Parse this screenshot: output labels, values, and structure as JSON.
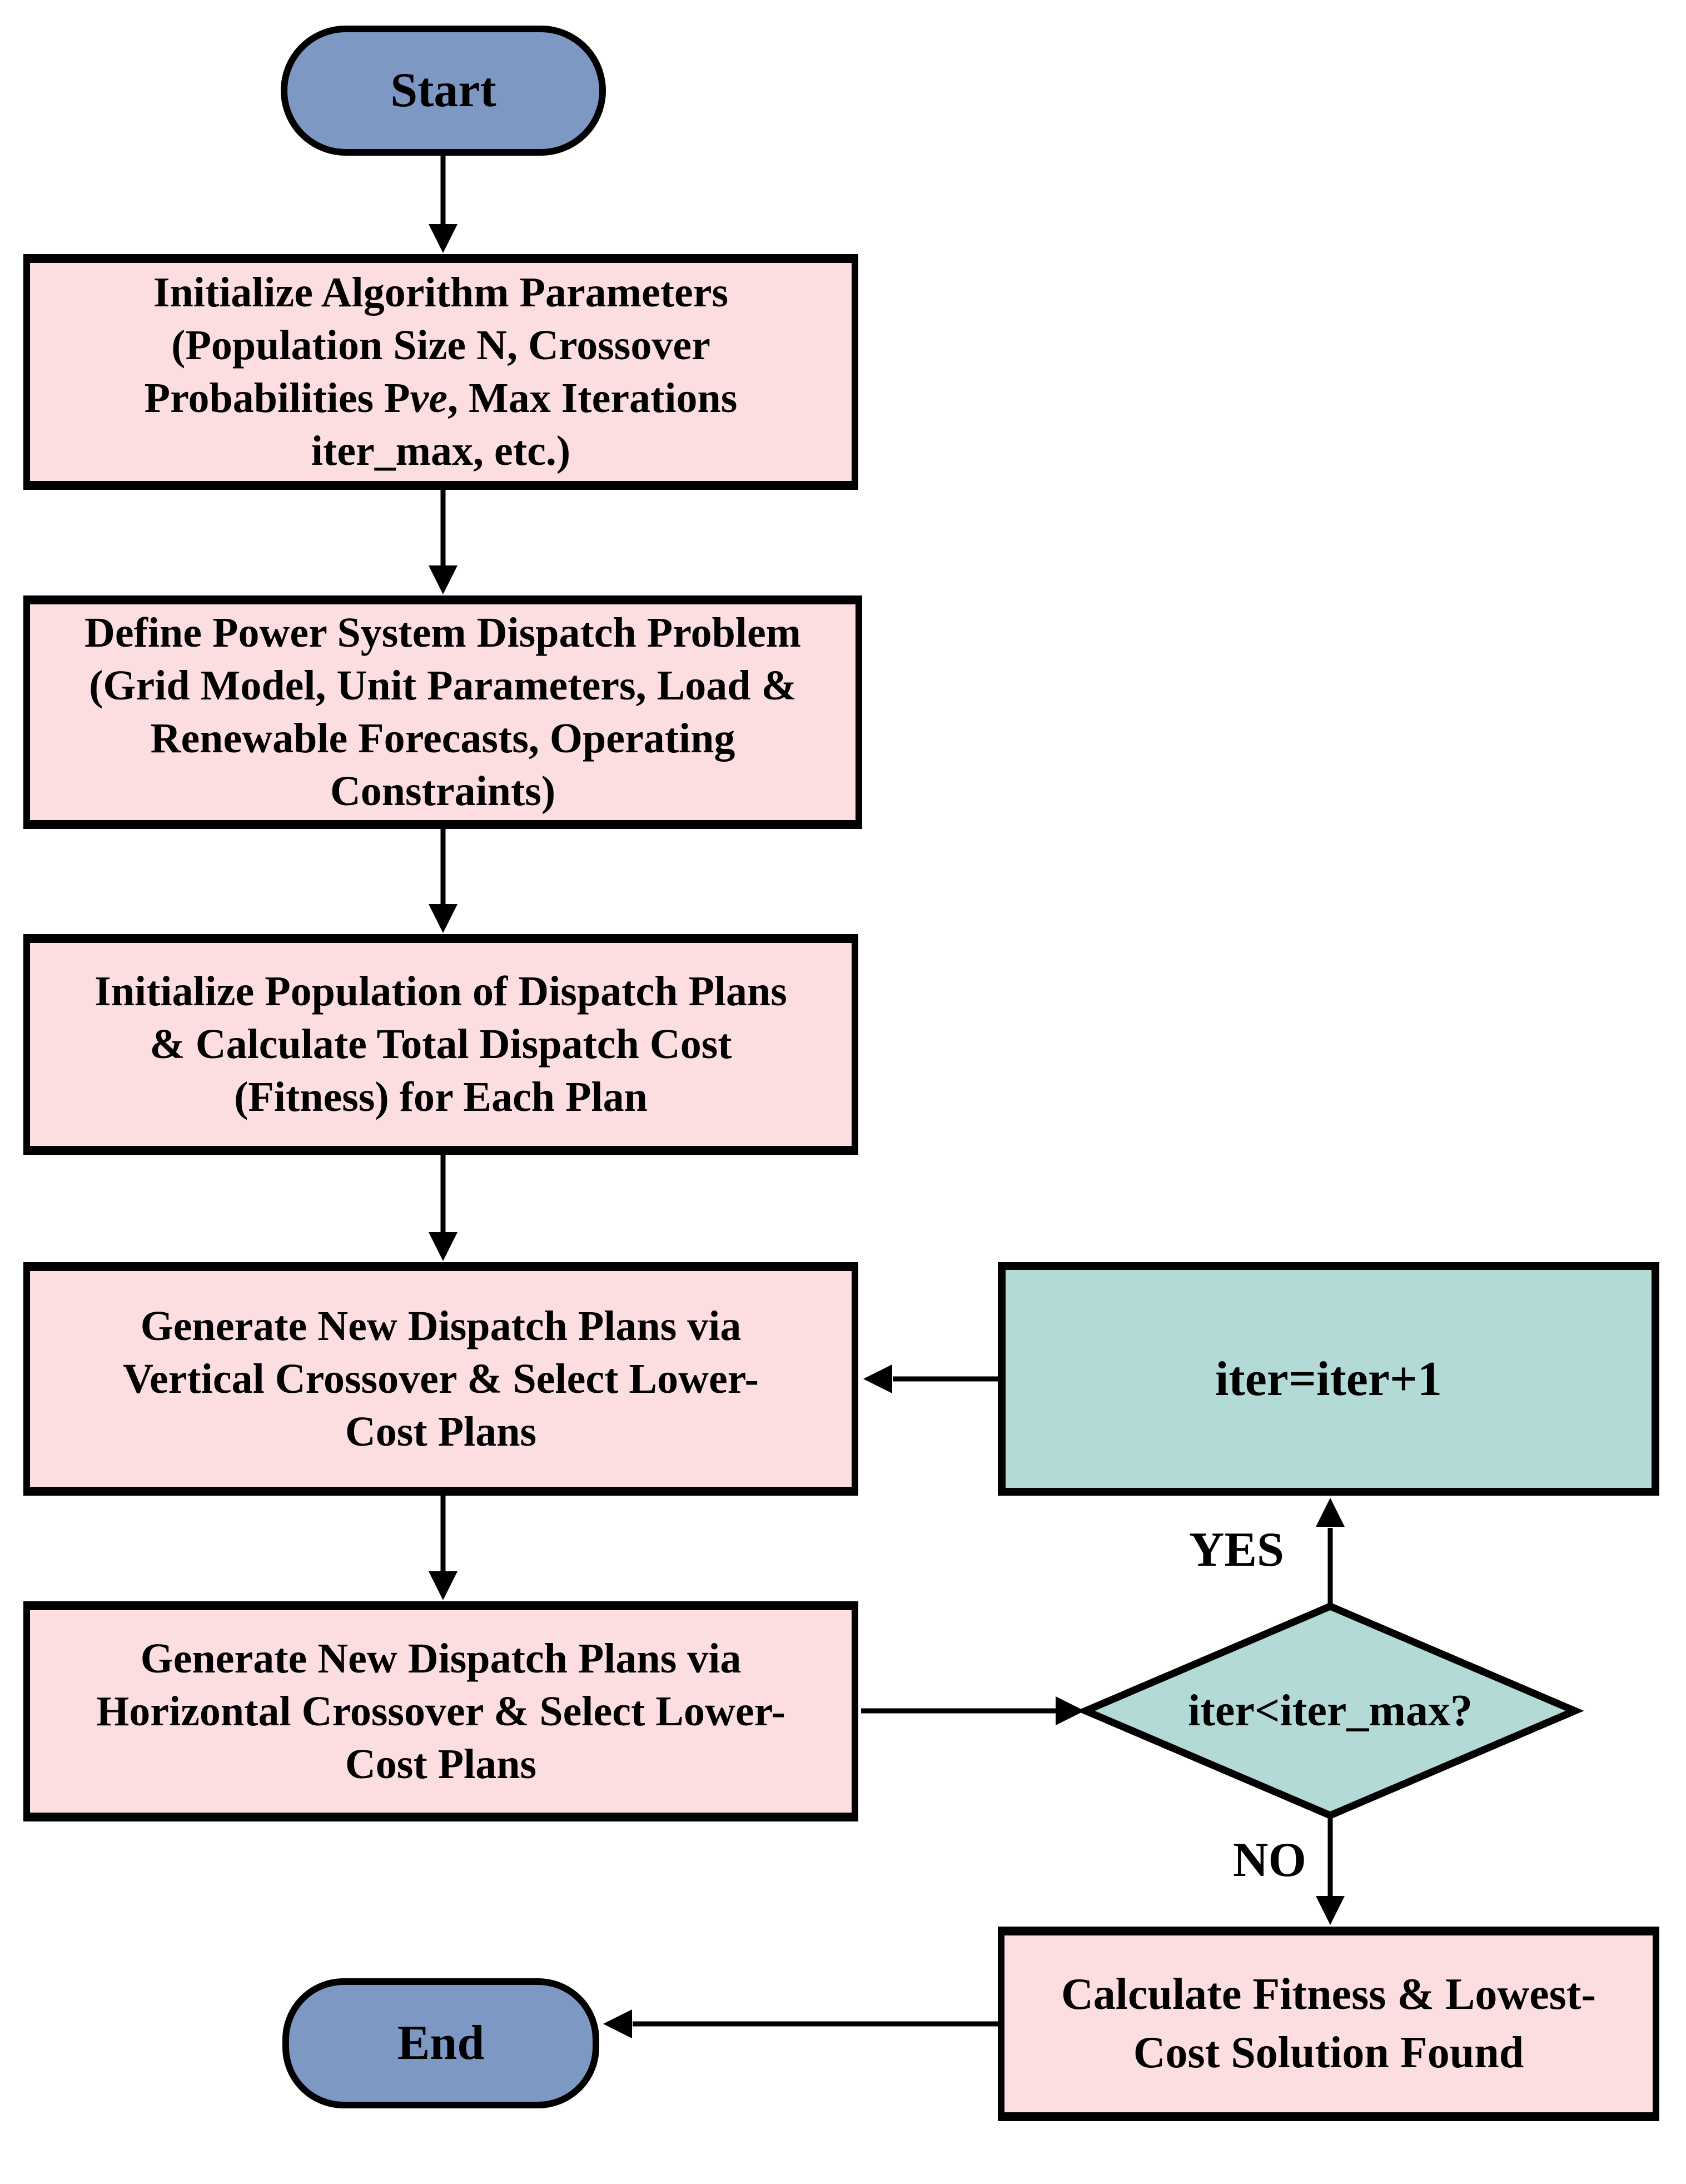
{
  "colors": {
    "terminator_fill": "#7e98c4",
    "process_fill": "#fcdee1",
    "decision_fill": "#b3dad7",
    "line_color": "#000000"
  },
  "nodes": {
    "start": {
      "label": "Start"
    },
    "init_params": {
      "line1": "Initialize Algorithm Parameters",
      "line2": "(Population Size N, Crossover",
      "line3_pre": "Probabilities P",
      "line3_italic": "ve",
      "line3_post": ", Max Iterations",
      "line4": "iter_max, etc.)"
    },
    "define_problem": {
      "line1": "Define Power System Dispatch Problem",
      "line2": "(Grid Model, Unit Parameters, Load &",
      "line3": "Renewable Forecasts, Operating",
      "line4": "Constraints)"
    },
    "init_population": {
      "line1": "Initialize Population of Dispatch Plans",
      "line2": "& Calculate Total Dispatch Cost",
      "line3": "(Fitness) for Each Plan"
    },
    "vertical_crossover": {
      "line1": "Generate New Dispatch Plans via",
      "line2": "Vertical Crossover & Select Lower-",
      "line3": "Cost Plans"
    },
    "horizontal_crossover": {
      "line1": "Generate New Dispatch Plans via",
      "line2": "Horizontal Crossover & Select Lower-",
      "line3": "Cost Plans"
    },
    "iter_increment": {
      "label": "iter=iter+1"
    },
    "iter_condition": {
      "label": "iter<iter_max?"
    },
    "calc_fitness": {
      "line1": "Calculate Fitness & Lowest-",
      "line2": "Cost Solution Found"
    },
    "end": {
      "label": "End"
    }
  },
  "edge_labels": {
    "yes": "YES",
    "no": "NO"
  }
}
